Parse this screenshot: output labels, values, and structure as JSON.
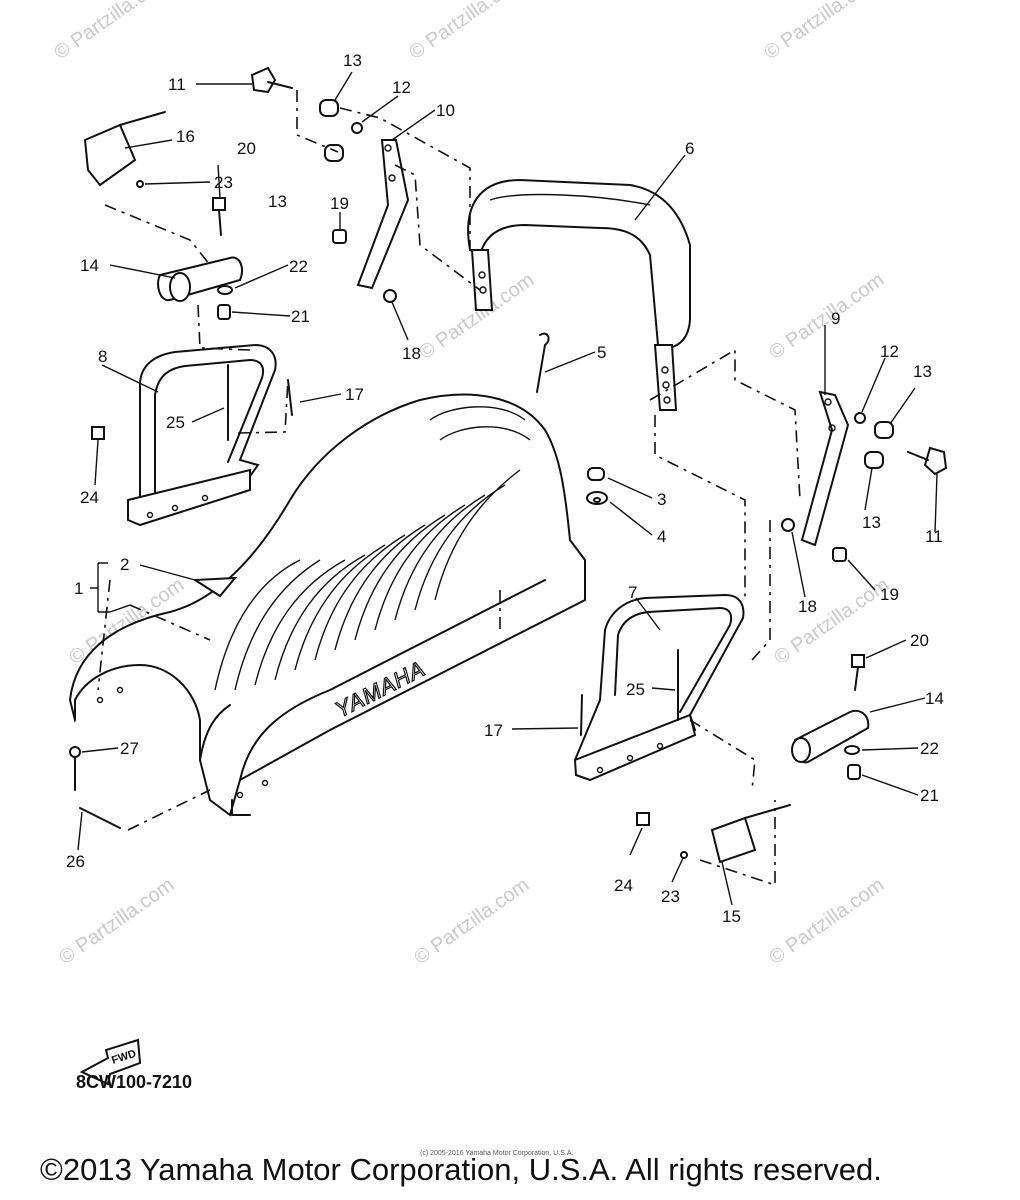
{
  "watermark": "© Partzilla.com",
  "diagram_code": "8CW100-7210",
  "brand_label": "YAMAHA",
  "fwd_label": "FWD",
  "small_copyright": "(c) 2005-2016 Yamaha Motor Corporation, U.S.A.",
  "copyright": "©2013 Yamaha Motor Corporation, U.S.A. All rights reserved.",
  "callouts": {
    "c1": "1",
    "c2": "2",
    "c3": "3",
    "c4": "4",
    "c5": "5",
    "c6": "6",
    "c7": "7",
    "c8": "8",
    "c9": "9",
    "c10": "10",
    "c11a": "11",
    "c11b": "11",
    "c12a": "12",
    "c12b": "12",
    "c13a": "13",
    "c13b": "13",
    "c13c": "13",
    "c13d": "13",
    "c14a": "14",
    "c14b": "14",
    "c15": "15",
    "c16": "16",
    "c17a": "17",
    "c17b": "17",
    "c18a": "18",
    "c18b": "18",
    "c19a": "19",
    "c19b": "19",
    "c20a": "20",
    "c20b": "20",
    "c21a": "21",
    "c21b": "21",
    "c22a": "22",
    "c22b": "22",
    "c23a": "23",
    "c23b": "23",
    "c24a": "24",
    "c24b": "24",
    "c25a": "25",
    "c25b": "25",
    "c26": "26",
    "c27": "27"
  }
}
